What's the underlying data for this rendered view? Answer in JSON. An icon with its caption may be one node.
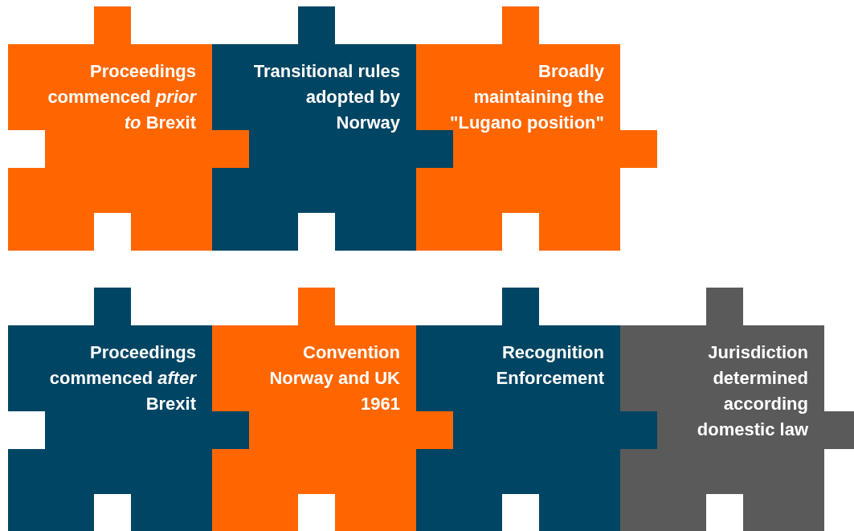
{
  "diagram": {
    "nodes": [
      {
        "text": [
          "Proceedings commenced *prior to* Brexit"
        ]
      },
      {
        "text": [
          "Transitional rules adopted by Norway"
        ]
      },
      {
        "text": [
          "Broadly maintaining the \"Lugano position\""
        ]
      },
      {
        "text": [
          "Proceedings commenced *after* Brexit"
        ]
      },
      {
        "text": [
          "Convention Norway and UK 1961"
        ]
      },
      {
        "text": [
          "Recognition Enforcement"
        ]
      },
      {
        "text": [
          "Jurisdiction determined according domestic law"
        ]
      }
    ]
  }
}
